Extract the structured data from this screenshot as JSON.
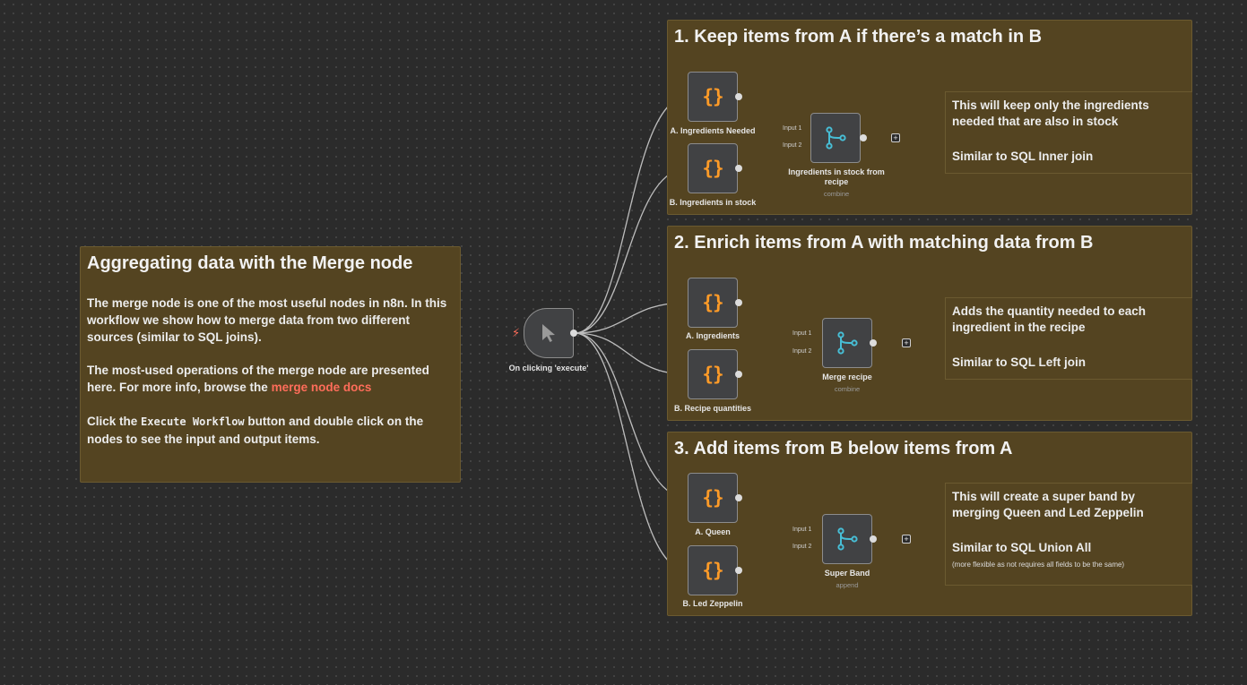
{
  "intro": {
    "title": "Aggregating data with the Merge node",
    "p1": "The merge node is one of the most useful nodes in n8n. In this workflow we show how to merge data from two different sources (similar to SQL joins).",
    "p2_text": "The most-used operations of the merge node are presented here. For more info, browse the",
    "p2_link": "merge node docs",
    "p3_pre": "Click the",
    "p3_code": "Execute Workflow",
    "p3_post": "button and double click on the nodes to see the input and output items."
  },
  "trigger": {
    "label": "On clicking 'execute'",
    "icon": "cursor-arrow-icon"
  },
  "sections": [
    {
      "title": "1. Keep items from A if there’s a match in B",
      "node_a": "A. Ingredients Needed",
      "node_b": "B. Ingredients in stock",
      "merge_label": "Ingredients in stock from recipe",
      "merge_mode": "combine",
      "note_line1": "This will keep only the ingredients",
      "note_line2": "needed that are also in stock",
      "note_line3": "Similar to SQL Inner join",
      "note_small": ""
    },
    {
      "title": "2. Enrich items from A with matching data from B",
      "node_a": "A. Ingredients",
      "node_b": "B. Recipe quantities",
      "merge_label": "Merge recipe",
      "merge_mode": "combine",
      "note_line1": "Adds the quantity needed to each",
      "note_line2": "ingredient in the recipe",
      "note_line3": "Similar to SQL Left join",
      "note_small": ""
    },
    {
      "title": "3. Add items from B below items from A",
      "node_a": "A. Queen",
      "node_b": "B. Led Zeppelin",
      "merge_label": "Super Band",
      "merge_mode": "append",
      "note_line1": "This will create a super band by",
      "note_line2": "merging Queen and Led Zeppelin",
      "note_line3": "Similar to SQL Union All",
      "note_small": "(more flexible as not requires all fields to be the same)"
    }
  ],
  "ports": {
    "input1": "Input 1",
    "input2": "Input 2",
    "add": "+"
  },
  "icons": {
    "code": "code-braces-icon",
    "merge": "merge-icon",
    "trigger": "lightning-bolt-icon"
  },
  "colors": {
    "canvas": "#2b2b2b",
    "sticky": "#544421",
    "accent": "#ff6d5a",
    "code_icon": "#ff9b27",
    "merge_icon": "#47bed6"
  }
}
